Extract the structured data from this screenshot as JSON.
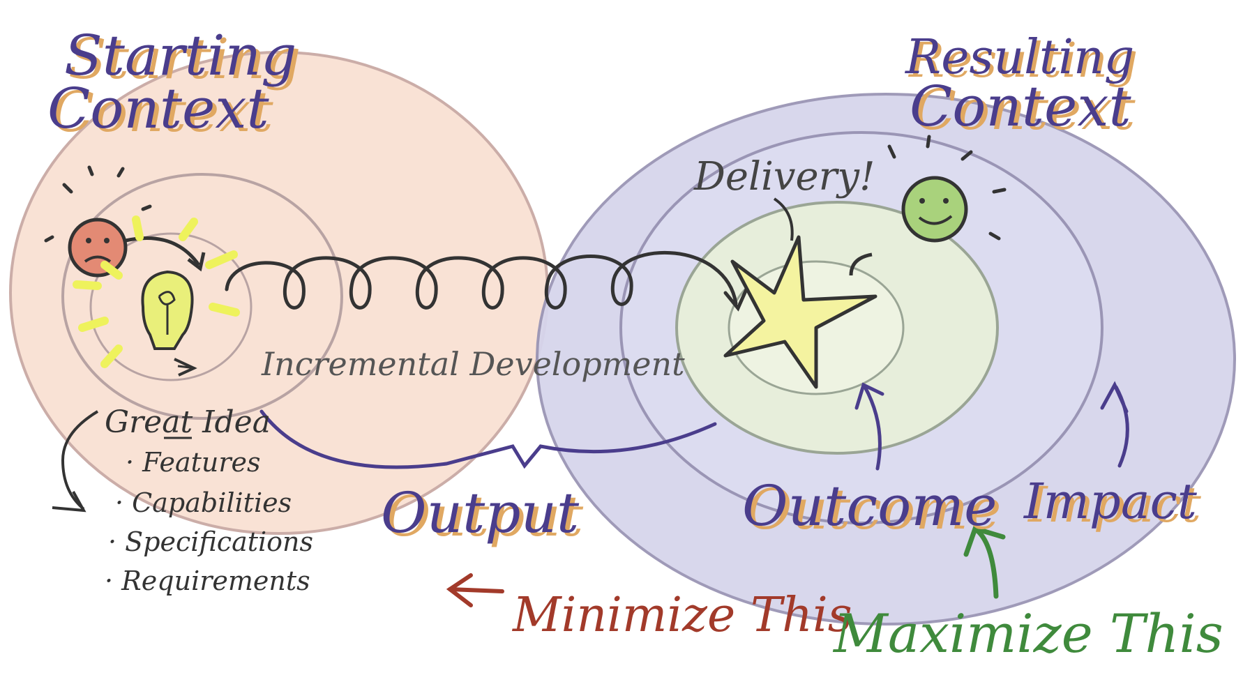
{
  "diagram": {
    "starting_context": {
      "line1": "Starting",
      "line2": "Context"
    },
    "resulting_context": {
      "line1": "Resulting",
      "line2": "Context"
    },
    "delivery": "Delivery!",
    "incremental_development": "Incremental Development",
    "great_idea": "Great Idea",
    "idea_items": [
      "Features",
      "Capabilities",
      "Specifications",
      "Requirements"
    ],
    "output": "Output",
    "outcome": "Outcome",
    "impact": "Impact",
    "minimize": "Minimize This",
    "maximize": "Maximize This"
  },
  "colors": {
    "starting_fill": "#f7dccb",
    "resulting_fill": "#d9d9ef",
    "outcome_fill": "#e6efd9",
    "ring_stroke": "#a8a0a8",
    "label_purple": "#4a3d8c",
    "label_shadow": "#e0a862",
    "minimize_red": "#a23a2a",
    "maximize_green": "#3f8a3c",
    "ink": "#333333",
    "bulb_yellow": "#e8ee7a",
    "star_yellow": "#f4f3a0",
    "sad_face": "#e48a72",
    "happy_face": "#a9d27c"
  }
}
